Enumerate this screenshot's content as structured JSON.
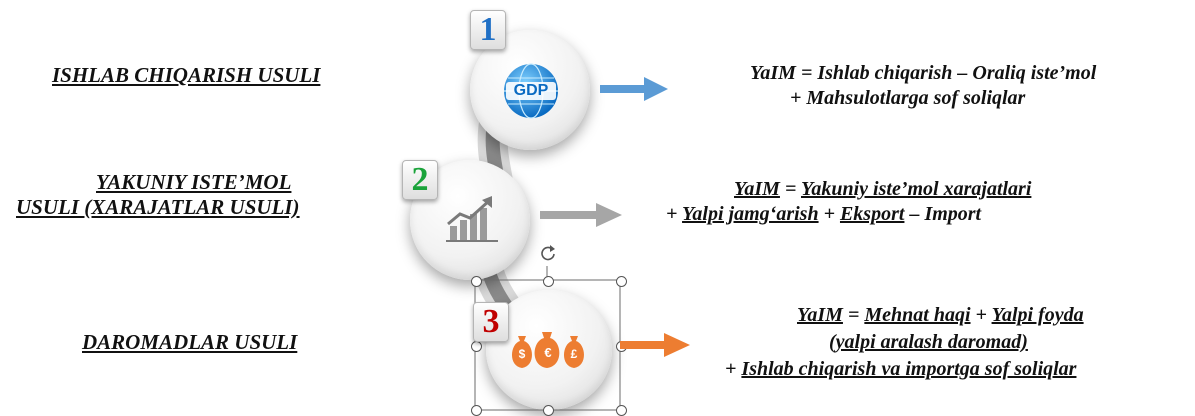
{
  "methods": [
    {
      "number": "1",
      "number_color": "#1f6fc5",
      "icon": "gdp-globe-icon",
      "icon_text": "GDP",
      "label_lines": [
        "ISHLAB CHIQARISH USULI"
      ],
      "formula_lines": [
        "YaIM = Ishlab chiqarish – Oraliq iste’mol",
        "+ Mahsulotlarga sof soliqlar"
      ],
      "arrow_color": "#5b9bd5"
    },
    {
      "number": "2",
      "number_color": "#1aa33a",
      "icon": "growth-chart-icon",
      "label_lines": [
        "YAKUNIY ISTE’MOL",
        "USULI  (XARAJATLAR USULI)"
      ],
      "formula_lines": [
        [
          "YaIM",
          " = ",
          "Yakuniy iste’mol xarajatlari"
        ],
        [
          "+ ",
          "Yalpi jamg‘arish",
          " + ",
          "Eksport",
          " – Import"
        ]
      ],
      "arrow_color": "#a6a6a6"
    },
    {
      "number": "3",
      "number_color": "#c00000",
      "icon": "money-bags-icon",
      "icon_symbols": [
        "$",
        "€",
        "£"
      ],
      "label_lines": [
        "DAROMADLAR USULI"
      ],
      "formula_lines": [
        [
          "YaIM",
          " = ",
          "Mehnat haqi",
          " + ",
          "Yalpi foyda"
        ],
        [
          "(yalpi aralash daromad)"
        ],
        [
          "+ ",
          "Ishlab chiqarish va importga sof soliqlar"
        ]
      ],
      "arrow_color": "#ed7d31"
    }
  ]
}
